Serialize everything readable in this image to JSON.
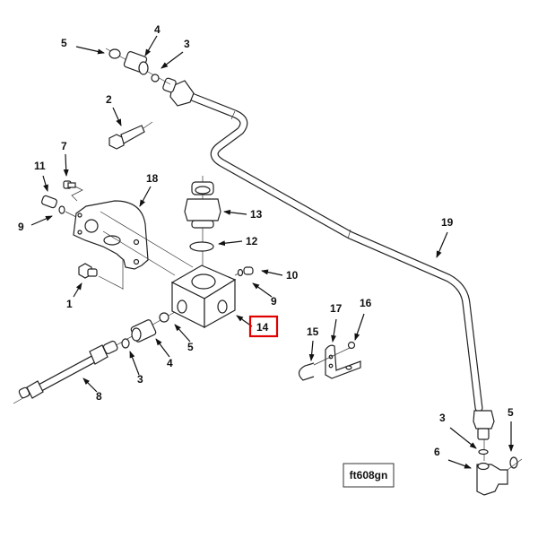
{
  "figure_id": "ft608gn",
  "highlighted_callout": "14",
  "callouts": [
    {
      "id": "c5a",
      "label": "5"
    },
    {
      "id": "c4a",
      "label": "4"
    },
    {
      "id": "c3a",
      "label": "3"
    },
    {
      "id": "c2",
      "label": "2"
    },
    {
      "id": "c7",
      "label": "7"
    },
    {
      "id": "c11",
      "label": "11"
    },
    {
      "id": "c18",
      "label": "18"
    },
    {
      "id": "c9a",
      "label": "9"
    },
    {
      "id": "c13",
      "label": "13"
    },
    {
      "id": "c12",
      "label": "12"
    },
    {
      "id": "c10",
      "label": "10"
    },
    {
      "id": "c9b",
      "label": "9"
    },
    {
      "id": "c1",
      "label": "1"
    },
    {
      "id": "c14",
      "label": "14"
    },
    {
      "id": "c5b",
      "label": "5"
    },
    {
      "id": "c4b",
      "label": "4"
    },
    {
      "id": "c3b",
      "label": "3"
    },
    {
      "id": "c8",
      "label": "8"
    },
    {
      "id": "c19",
      "label": "19"
    },
    {
      "id": "c17",
      "label": "17"
    },
    {
      "id": "c16",
      "label": "16"
    },
    {
      "id": "c15",
      "label": "15"
    },
    {
      "id": "c3c",
      "label": "3"
    },
    {
      "id": "c5c",
      "label": "5"
    },
    {
      "id": "c6",
      "label": "6"
    }
  ],
  "parts": [
    {
      "callout": "1",
      "name": "bolt"
    },
    {
      "callout": "2",
      "name": "bolt"
    },
    {
      "callout": "3",
      "name": "o-ring"
    },
    {
      "callout": "4",
      "name": "fitting"
    },
    {
      "callout": "5",
      "name": "o-ring"
    },
    {
      "callout": "6",
      "name": "elbow-fitting"
    },
    {
      "callout": "7",
      "name": "screw"
    },
    {
      "callout": "8",
      "name": "tube"
    },
    {
      "callout": "9",
      "name": "o-ring"
    },
    {
      "callout": "10",
      "name": "plug"
    },
    {
      "callout": "11",
      "name": "fitting"
    },
    {
      "callout": "12",
      "name": "o-ring"
    },
    {
      "callout": "13",
      "name": "adapter"
    },
    {
      "callout": "14",
      "name": "block"
    },
    {
      "callout": "15",
      "name": "clip"
    },
    {
      "callout": "16",
      "name": "nut"
    },
    {
      "callout": "17",
      "name": "bracket"
    },
    {
      "callout": "18",
      "name": "bracket"
    },
    {
      "callout": "19",
      "name": "tube"
    }
  ]
}
